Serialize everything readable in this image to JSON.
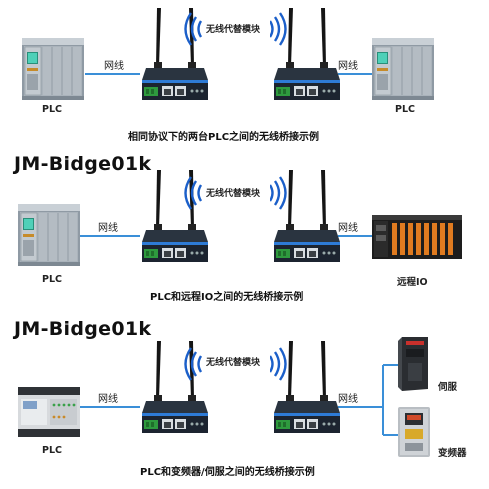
{
  "panel1": {
    "wifi_label": "无线代替模块",
    "wire_left": "网线",
    "wire_right": "网线",
    "device_left": "PLC",
    "device_right": "PLC",
    "caption": "相同协议下的两台PLC之间的无线桥接示例"
  },
  "panel2": {
    "heading": "JM-Bidge01k",
    "wifi_label": "无线代替模块",
    "wire_left": "网线",
    "wire_right": "网线",
    "device_left": "PLC",
    "device_right": "远程IO",
    "caption": "PLC和远程IO之间的无线桥接示例"
  },
  "panel3": {
    "heading": "JM-Bidge01k",
    "wifi_label": "无线代替模块",
    "wire_left": "网线",
    "wire_right": "网线",
    "device_left": "PLC",
    "device_right_top": "伺服",
    "device_right_bottom": "变频器",
    "caption": "PLC和变频器/伺服之间的无线桥接示例"
  },
  "colors": {
    "wire": "#3a8fd8",
    "router_body": "#1c2430",
    "router_accent": "#2e7bd6",
    "plc_body": "#aab3bb",
    "wifi_icon": "#1b5fc9"
  }
}
